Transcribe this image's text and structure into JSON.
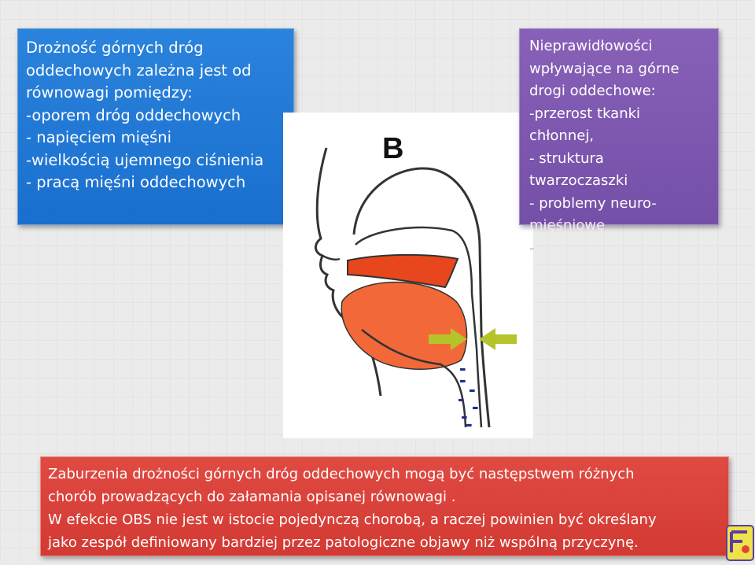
{
  "left_box": {
    "lines": [
      "Drożność górnych dróg",
      "oddechowych zależna jest od",
      "równowagi pomiędzy:",
      "-oporem dróg oddechowych",
      "- napięciem mięśni",
      "-wielkością ujemnego ciśnienia",
      "- pracą mięśni oddechowych"
    ]
  },
  "right_box": {
    "lines": [
      "Nieprawidłowości",
      "wpływające na górne",
      "drogi oddechowe:",
      "-przerost tkanki",
      "chłonnej,",
      "- struktura",
      "twarzoczaszki",
      "- problemy neuro-",
      "mięśniowe",
      "-"
    ]
  },
  "figure": {
    "panel_label": "B",
    "minus_signs": [
      "-",
      "-",
      "-",
      "-",
      "-",
      "-",
      "-"
    ]
  },
  "bottom_box": {
    "lines": [
      "Zaburzenia drożności górnych dróg oddechowych mogą być następstwem różnych",
      "chorób prowadzących do załamania opisanej równowagi .",
      "W efekcie OBS nie jest w istocie pojedynczą chorobą, a raczej powinien być określany",
      "jako zespół definiowany bardziej przez patologiczne objawy niż wspólną przyczynę."
    ]
  },
  "colors": {
    "blue_box": "#1f77d4",
    "purple_box": "#7d56ae",
    "red_box": "#d83e37",
    "tongue": "#f26838",
    "palate": "#e8461c",
    "arrow": "#b5c42a",
    "minus": "#1b2f8c"
  }
}
